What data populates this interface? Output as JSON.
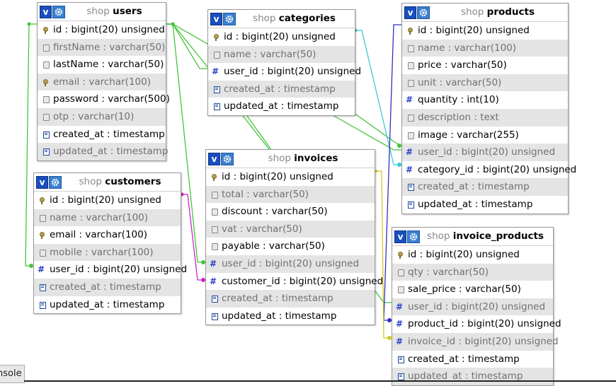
{
  "colors": {
    "link_green": "#44c43c",
    "link_cyan": "#3cc8d8",
    "link_blue": "#3030c8",
    "link_magenta": "#cc22cc",
    "link_yellow": "#d4c828",
    "row_alt": "#e4e4e4"
  },
  "console_tab": {
    "label": "nsole"
  },
  "tables": {
    "users": {
      "db": "shop",
      "name": "users",
      "fields": [
        {
          "text": "id : bigint(20) unsigned",
          "icon": "key-icon",
          "alt": false
        },
        {
          "text": "firstName : varchar(50)",
          "icon": "field-icon",
          "alt": true
        },
        {
          "text": "lastName : varchar(50)",
          "icon": "field-icon",
          "alt": false
        },
        {
          "text": "email : varchar(100)",
          "icon": "key-icon",
          "alt": true
        },
        {
          "text": "password : varchar(500)",
          "icon": "field-icon",
          "alt": false
        },
        {
          "text": "otp : varchar(10)",
          "icon": "field-icon",
          "alt": true
        },
        {
          "text": "created_at : timestamp",
          "icon": "timestamp-icon",
          "alt": false
        },
        {
          "text": "updated_at : timestamp",
          "icon": "timestamp-icon",
          "alt": true
        }
      ]
    },
    "categories": {
      "db": "shop",
      "name": "categories",
      "fields": [
        {
          "text": "id : bigint(20) unsigned",
          "icon": "key-icon",
          "alt": false
        },
        {
          "text": "name : varchar(50)",
          "icon": "field-icon",
          "alt": true
        },
        {
          "text": "user_id : bigint(20) unsigned",
          "icon": "hash-icon",
          "alt": false
        },
        {
          "text": "created_at : timestamp",
          "icon": "timestamp-icon",
          "alt": true
        },
        {
          "text": "updated_at : timestamp",
          "icon": "timestamp-icon",
          "alt": false
        }
      ]
    },
    "products": {
      "db": "shop",
      "name": "products",
      "fields": [
        {
          "text": "id : bigint(20) unsigned",
          "icon": "key-icon",
          "alt": false
        },
        {
          "text": "name : varchar(100)",
          "icon": "field-icon",
          "alt": true
        },
        {
          "text": "price : varchar(50)",
          "icon": "field-icon",
          "alt": false
        },
        {
          "text": "unit : varchar(50)",
          "icon": "field-icon",
          "alt": true
        },
        {
          "text": "quantity : int(10)",
          "icon": "hash-icon",
          "alt": false
        },
        {
          "text": "description : text",
          "icon": "field-icon",
          "alt": true
        },
        {
          "text": "image : varchar(255)",
          "icon": "field-icon",
          "alt": false
        },
        {
          "text": "user_id : bigint(20) unsigned",
          "icon": "hash-icon",
          "alt": true
        },
        {
          "text": "category_id : bigint(20) unsigned",
          "icon": "hash-icon",
          "alt": false
        },
        {
          "text": "created_at : timestamp",
          "icon": "timestamp-icon",
          "alt": true
        },
        {
          "text": "updated_at : timestamp",
          "icon": "timestamp-icon",
          "alt": false
        }
      ]
    },
    "customers": {
      "db": "shop",
      "name": "customers",
      "fields": [
        {
          "text": "id : bigint(20) unsigned",
          "icon": "key-icon",
          "alt": false
        },
        {
          "text": "name : varchar(100)",
          "icon": "field-icon",
          "alt": true
        },
        {
          "text": "email : varchar(100)",
          "icon": "key-icon",
          "alt": false
        },
        {
          "text": "mobile : varchar(100)",
          "icon": "field-icon",
          "alt": true
        },
        {
          "text": "user_id : bigint(20) unsigned",
          "icon": "hash-icon",
          "alt": false
        },
        {
          "text": "created_at : timestamp",
          "icon": "timestamp-icon",
          "alt": true
        },
        {
          "text": "updated_at : timestamp",
          "icon": "timestamp-icon",
          "alt": false
        }
      ]
    },
    "invoices": {
      "db": "shop",
      "name": "invoices",
      "fields": [
        {
          "text": "id : bigint(20) unsigned",
          "icon": "key-icon",
          "alt": false
        },
        {
          "text": "total : varchar(50)",
          "icon": "field-icon",
          "alt": true
        },
        {
          "text": "discount : varchar(50)",
          "icon": "field-icon",
          "alt": false
        },
        {
          "text": "vat : varchar(50)",
          "icon": "field-icon",
          "alt": true
        },
        {
          "text": "payable : varchar(50)",
          "icon": "field-icon",
          "alt": false
        },
        {
          "text": "user_id : bigint(20) unsigned",
          "icon": "hash-icon",
          "alt": true
        },
        {
          "text": "customer_id : bigint(20) unsigned",
          "icon": "hash-icon",
          "alt": false
        },
        {
          "text": "created_at : timestamp",
          "icon": "timestamp-icon",
          "alt": true
        },
        {
          "text": "updated_at : timestamp",
          "icon": "timestamp-icon",
          "alt": false
        }
      ]
    },
    "invoice_products": {
      "db": "shop",
      "name": "invoice_products",
      "fields": [
        {
          "text": "id : bigint(20) unsigned",
          "icon": "key-icon",
          "alt": false
        },
        {
          "text": "qty : varchar(50)",
          "icon": "field-icon",
          "alt": true
        },
        {
          "text": "sale_price : varchar(50)",
          "icon": "field-icon",
          "alt": false
        },
        {
          "text": "user_id : bigint(20) unsigned",
          "icon": "hash-icon",
          "alt": true
        },
        {
          "text": "product_id : bigint(20) unsigned",
          "icon": "hash-icon",
          "alt": false
        },
        {
          "text": "invoice_id : bigint(20) unsigned",
          "icon": "hash-icon",
          "alt": true
        },
        {
          "text": "created_at : timestamp",
          "icon": "timestamp-icon",
          "alt": false
        },
        {
          "text": "updated_at : timestamp",
          "icon": "timestamp-icon",
          "alt": true
        }
      ]
    }
  }
}
